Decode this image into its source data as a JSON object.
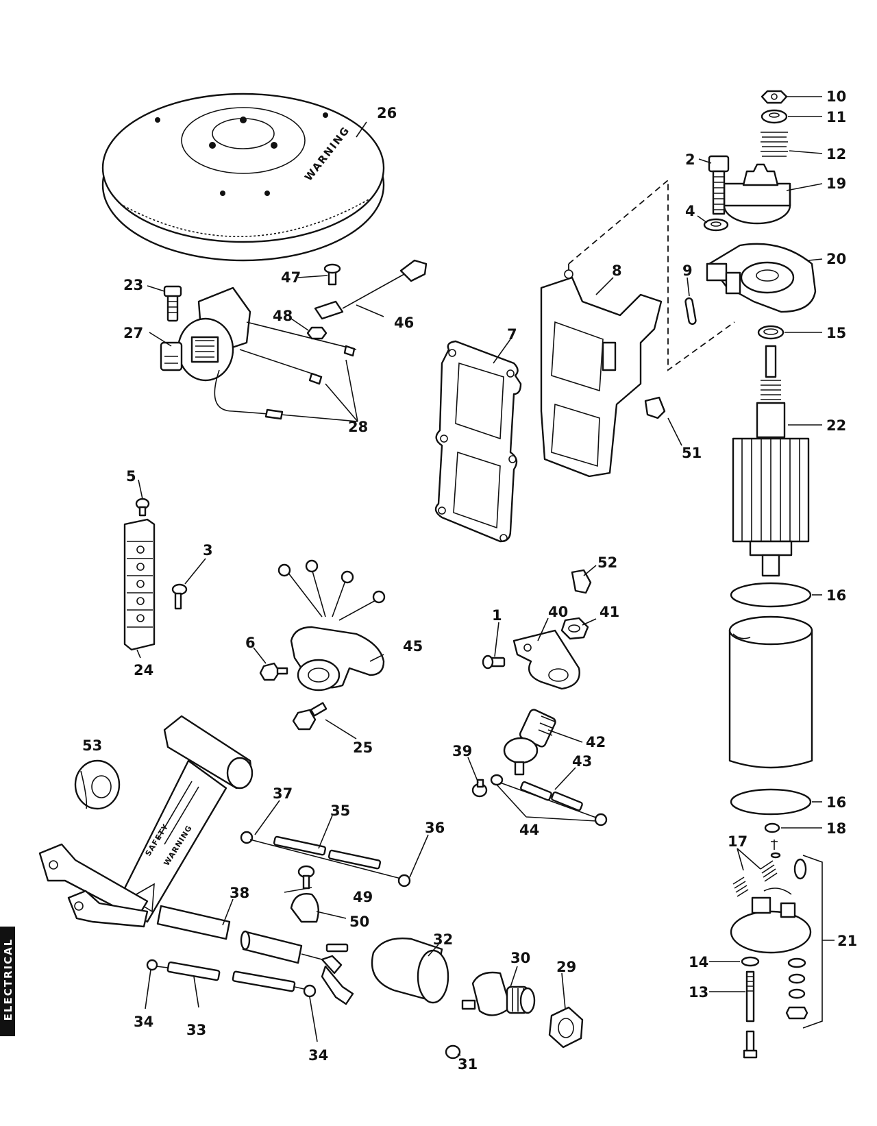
{
  "section_tab": "ELECTRICAL",
  "stamped_text": {
    "flywheel": "WARNING",
    "handle_1": "SAFETY",
    "handle_2": "WARNING"
  },
  "callouts": {
    "c1": "1",
    "c2": "2",
    "c3": "3",
    "c4": "4",
    "c5": "5",
    "c6": "6",
    "c7": "7",
    "c8": "8",
    "c9": "9",
    "c10": "10",
    "c11": "11",
    "c12": "12",
    "c13": "13",
    "c14": "14",
    "c15": "15",
    "c16a": "16",
    "c16b": "16",
    "c17": "17",
    "c18": "18",
    "c19": "19",
    "c20": "20",
    "c21": "21",
    "c22": "22",
    "c23": "23",
    "c24": "24",
    "c25": "25",
    "c26": "26",
    "c27": "27",
    "c28": "28",
    "c29": "29",
    "c30": "30",
    "c31": "31",
    "c32": "32",
    "c33": "33",
    "c34a": "34",
    "c34b": "34",
    "c35": "35",
    "c36": "36",
    "c37": "37",
    "c38": "38",
    "c39": "39",
    "c40": "40",
    "c41": "41",
    "c42": "42",
    "c43": "43",
    "c44": "44",
    "c45": "45",
    "c46": "46",
    "c47": "47",
    "c48": "48",
    "c49": "49",
    "c50": "50",
    "c51": "51",
    "c52": "52",
    "c53": "53"
  }
}
